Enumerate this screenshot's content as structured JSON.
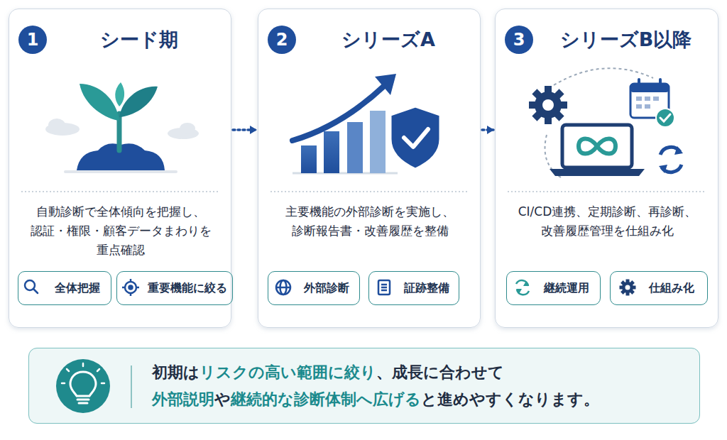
{
  "diagram": {
    "nodes": [
      {
        "text": [
          "シード期",
          "自動診断で全体傾向を把握し、 認証・権限・顧客データまわりを 重点確認"
        ]
      },
      {
        "text": [
          "1"
        ],
        "in": 0
      },
      {
        "text": [
          "全体把握"
        ],
        "in": 0
      },
      {
        "text": [
          "重要機能に絞る"
        ],
        "in": 0
      },
      {
        "text": [
          "シリーズA",
          "主要機能の外部診断を実施し、 診断報告書・改善履歴を整備"
        ]
      },
      {
        "text": [
          "2"
        ],
        "in": 4
      },
      {
        "text": [
          "外部診断"
        ],
        "in": 4
      },
      {
        "text": [
          "証跡整備"
        ],
        "in": 4
      },
      {
        "text": [
          "シリーズB以降",
          "CI/CD連携、定期診断、再診断、 改善履歴管理を仕組み化"
        ]
      },
      {
        "text": [
          "3"
        ],
        "in": 8
      },
      {
        "text": [
          "継続運用"
        ],
        "in": 8
      },
      {
        "text": [
          "仕組み化"
        ],
        "in": 8
      },
      {
        "text": [
          "初期は",
          "リスクの高い範囲に絞り",
          "、成長に合わせて",
          "外部説明",
          "や",
          "継続的な診断体制へ広げる",
          "と進めやすくなります。"
        ]
      }
    ],
    "edges": [
      {
        "from": 0,
        "to": 4,
        "arrow": "to"
      },
      {
        "from": 4,
        "to": 8,
        "arrow": "to"
      }
    ]
  }
}
